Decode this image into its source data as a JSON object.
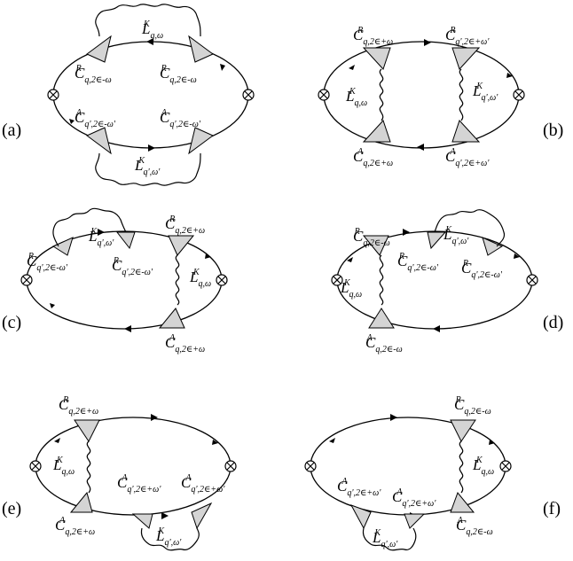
{
  "panels": [
    {
      "label": "(a)",
      "terms": [
        {
          "base": "L",
          "sup": "K",
          "sub": "q,ω"
        },
        {
          "base": "C",
          "sup": "R",
          "sub": "q,2∈-ω"
        },
        {
          "base": "C",
          "sup": "R",
          "sub": "q,2∈-ω"
        },
        {
          "base": "C",
          "sup": "A",
          "sub": "q',2∈-ω'"
        },
        {
          "base": "C",
          "sup": "A",
          "sub": "q',2∈-ω'"
        },
        {
          "base": "L",
          "sup": "K",
          "sub": "q',ω'"
        }
      ]
    },
    {
      "label": "(b)",
      "terms": [
        {
          "base": "C",
          "sup": "R",
          "sub": "q,2∈+ω"
        },
        {
          "base": "C",
          "sup": "R",
          "sub": "q',2∈+ω'"
        },
        {
          "base": "L",
          "sup": "K",
          "sub": "q,ω"
        },
        {
          "base": "L",
          "sup": "K",
          "sub": "q',ω'"
        },
        {
          "base": "C",
          "sup": "A",
          "sub": "q,2∈+ω"
        },
        {
          "base": "C",
          "sup": "A",
          "sub": "q',2∈+ω'"
        }
      ]
    },
    {
      "label": "(c)",
      "terms": [
        {
          "base": "L",
          "sup": "K",
          "sub": "q',ω'"
        },
        {
          "base": "C",
          "sup": "R",
          "sub": "q,2∈+ω"
        },
        {
          "base": "C",
          "sup": "R",
          "sub": "q',2∈-ω'"
        },
        {
          "base": "C",
          "sup": "R",
          "sub": "q',2∈-ω'"
        },
        {
          "base": "L",
          "sup": "K",
          "sub": "q,ω"
        },
        {
          "base": "C",
          "sup": "A",
          "sub": "q,2∈+ω"
        }
      ]
    },
    {
      "label": "(d)",
      "terms": [
        {
          "base": "C",
          "sup": "R",
          "sub": "q,2∈-ω"
        },
        {
          "base": "L",
          "sup": "K",
          "sub": "q',ω'"
        },
        {
          "base": "C",
          "sup": "R",
          "sub": "q',2∈-ω'"
        },
        {
          "base": "C",
          "sup": "R",
          "sub": "q',2∈-ω'"
        },
        {
          "base": "L",
          "sup": "K",
          "sub": "q,ω"
        },
        {
          "base": "C",
          "sup": "A",
          "sub": "q,2∈-ω"
        }
      ]
    },
    {
      "label": "(e)",
      "terms": [
        {
          "base": "C",
          "sup": "R",
          "sub": "q,2∈+ω"
        },
        {
          "base": "L",
          "sup": "K",
          "sub": "q,ω"
        },
        {
          "base": "C",
          "sup": "A",
          "sub": "q',2∈+ω'"
        },
        {
          "base": "C",
          "sup": "A",
          "sub": "q',2∈+ω'"
        },
        {
          "base": "C",
          "sup": "A",
          "sub": "q,2∈+ω"
        },
        {
          "base": "L",
          "sup": "K",
          "sub": "q',ω'"
        }
      ]
    },
    {
      "label": "(f)",
      "terms": [
        {
          "base": "C",
          "sup": "R",
          "sub": "q,2∈-ω"
        },
        {
          "base": "L",
          "sup": "K",
          "sub": "q,ω"
        },
        {
          "base": "C",
          "sup": "A",
          "sub": "q',2∈+ω'"
        },
        {
          "base": "C",
          "sup": "A",
          "sub": "q',2∈+ω'"
        },
        {
          "base": "C",
          "sup": "A",
          "sub": "q,2∈-ω"
        },
        {
          "base": "L",
          "sup": "K",
          "sub": "q',ω'"
        }
      ]
    }
  ]
}
